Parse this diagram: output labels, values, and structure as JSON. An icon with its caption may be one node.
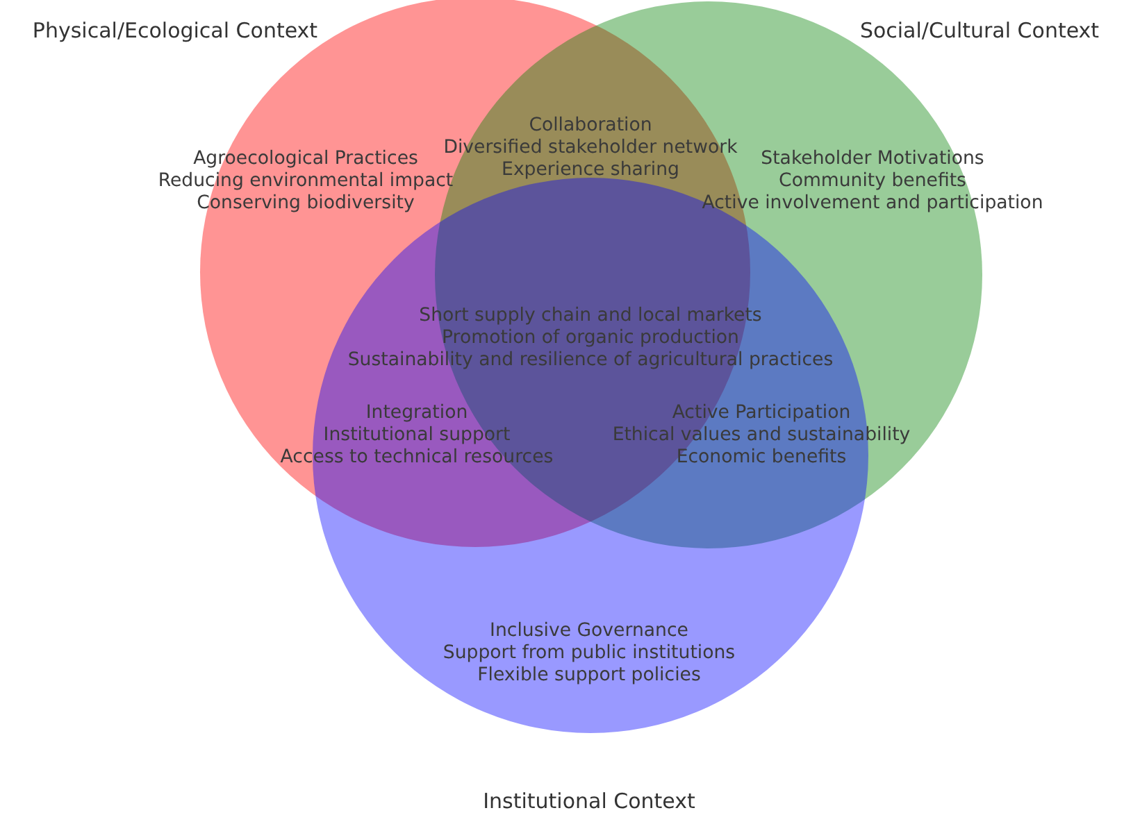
{
  "diagram": {
    "nodes": [
      {
        "text": [
          "Physical/Ecological Context",
          "Agroecological Practices",
          "Reducing environmental impact",
          "Conserving biodiversity"
        ]
      },
      {
        "text": [
          "Social/Cultural Context",
          "Stakeholder Motivations",
          "Community benefits",
          "Active involvement and participation"
        ]
      },
      {
        "text": [
          "Institutional Context",
          "Inclusive Governance",
          "Support from public institutions",
          "Flexible support policies"
        ]
      }
    ],
    "edges": [],
    "labels": [
      "Collaboration",
      "Diversified stakeholder network",
      "Experience sharing",
      "Short supply chain and local markets",
      "Promotion of organic production",
      "Sustainability and resilience of agricultural practices",
      "Integration",
      "Institutional support",
      "Access to technical resources",
      "Active Participation",
      "Ethical values and sustainability",
      "Economic benefits"
    ]
  }
}
